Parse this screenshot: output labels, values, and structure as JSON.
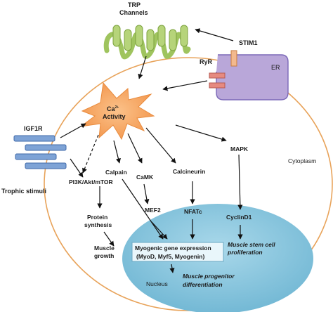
{
  "diagram": {
    "labels": {
      "trp": "TRP",
      "channels": "Channels",
      "stim1": "STIM1",
      "ryr": "RyR",
      "er": "ER",
      "ca": "Ca",
      "ca_sup": "2+",
      "activity": "Activity",
      "igf1r": "IGF1R",
      "trophic": "Trophic stimuli",
      "pi3k": "PI3K/Akt/mTOR",
      "protein1": "Protein",
      "protein2": "synthesis",
      "muscle_growth1": "Muscle",
      "muscle_growth2": "growth",
      "calpain": "Calpain",
      "camk": "CaMK",
      "calcineurin": "Calcineurin",
      "mapk": "MAPK",
      "cytoplasm": "Cytoplasm",
      "mef2": "MEF2",
      "nfatc": "NFATc",
      "cyclind1": "CyclinD1",
      "myogenic1": "Myogenic gene expression",
      "myogenic2": "(MyoD, Myf5,  Myogenin)",
      "stem1": "Muscle stem cell",
      "stem2": "proliferation",
      "nucleus": "Nucleus",
      "progenitor1": "Muscle progenitor",
      "progenitor2": "differentiation"
    },
    "colors": {
      "cell_border": "#e8a35a",
      "nucleus_fill": "#8ec9df",
      "starburst": "#f6a25a",
      "er_fill": "#b9a7d9",
      "er_border": "#7b68b8",
      "trp": "#9fc45e",
      "receptor": "#7ea3d6",
      "ryr_block": "#e68a80",
      "stim_block": "#f3b98e"
    }
  }
}
